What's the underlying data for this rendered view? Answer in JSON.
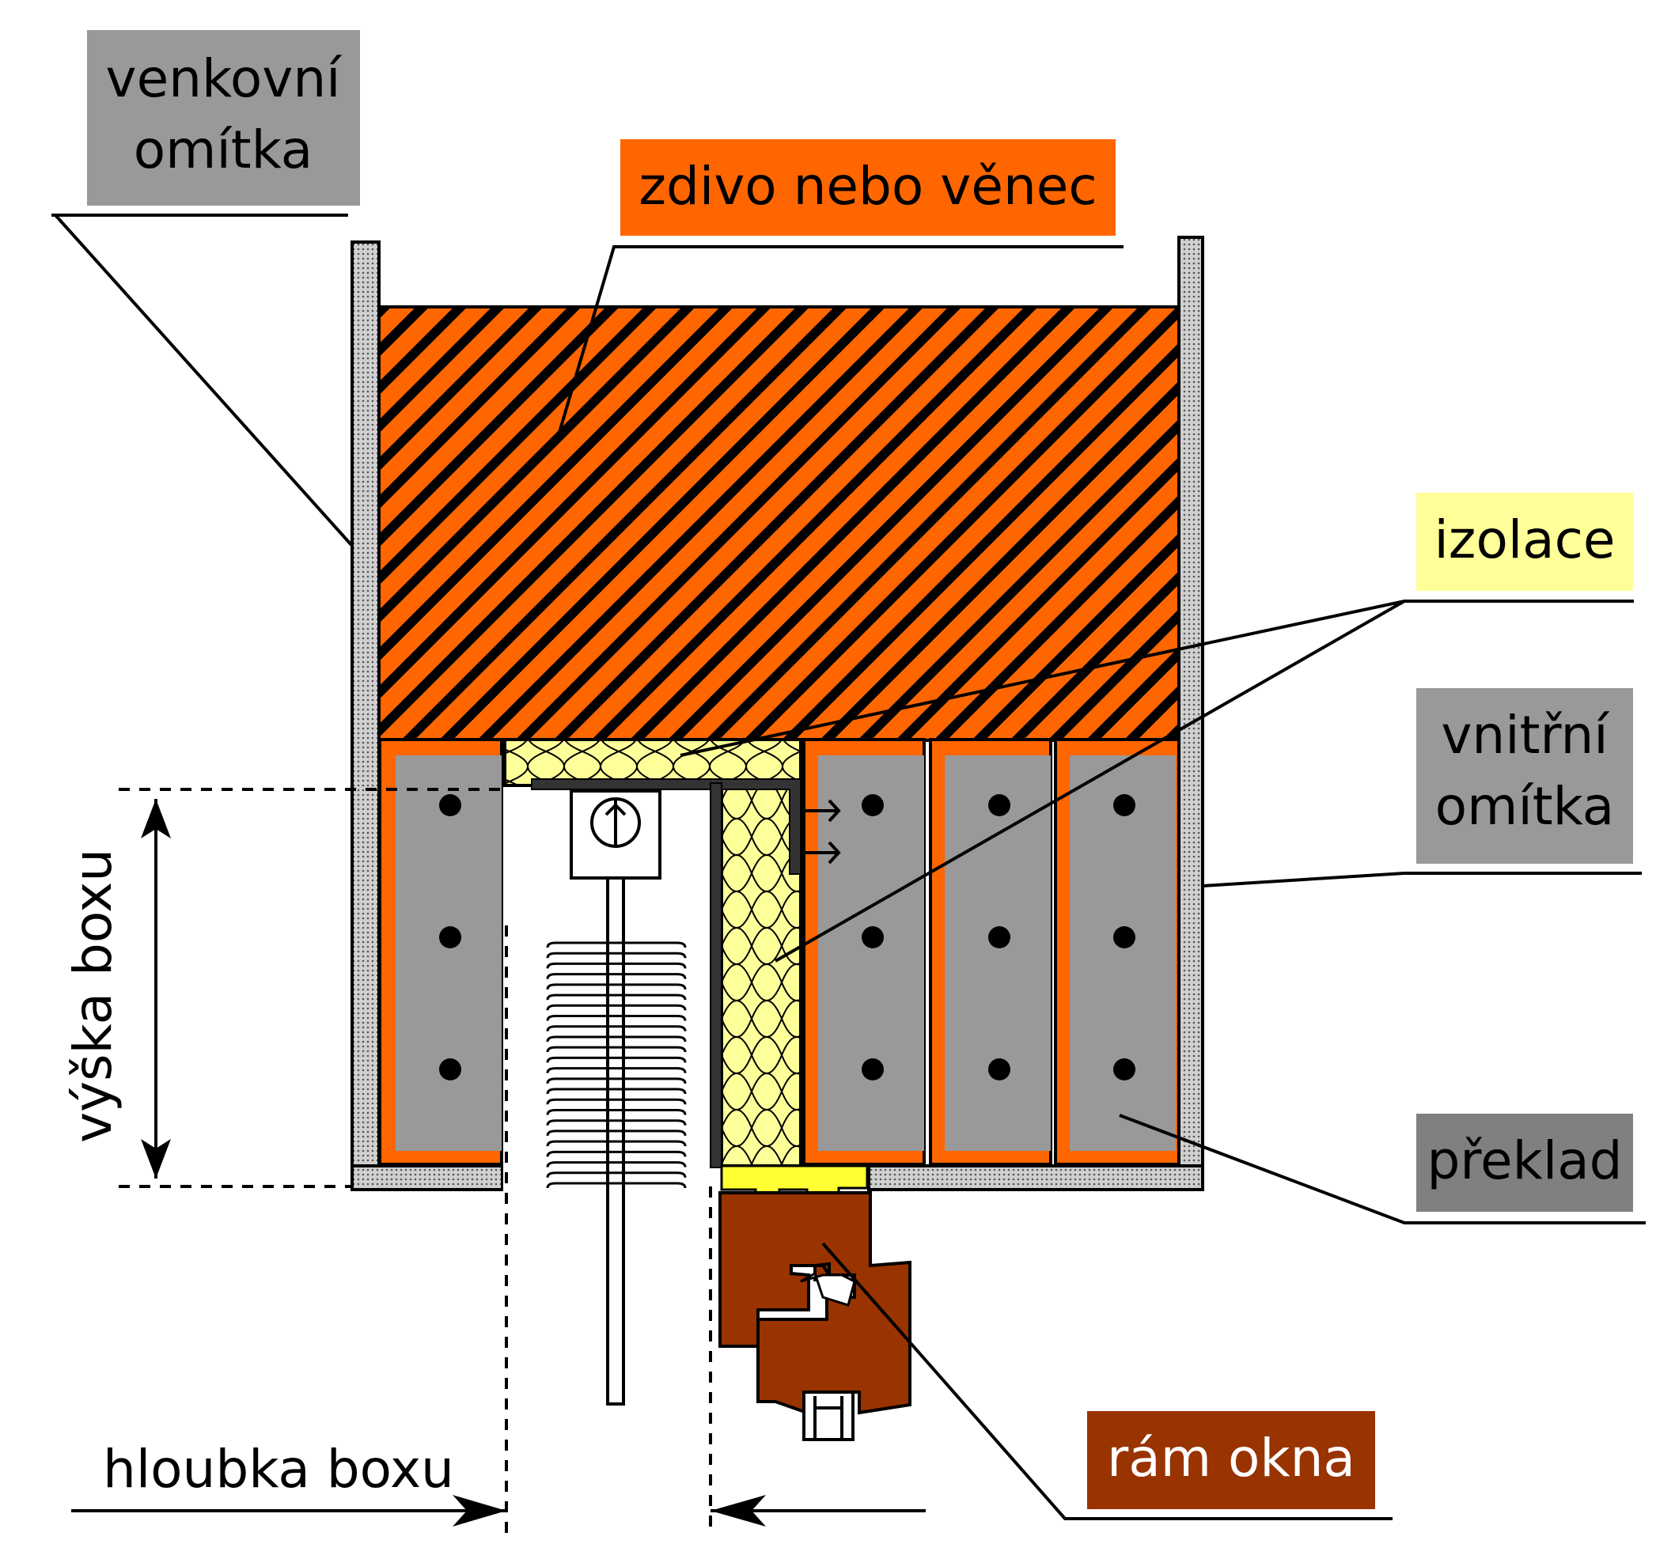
{
  "labels": {
    "exterior_plaster_l1": "venkovní",
    "exterior_plaster_l2": "omítka",
    "masonry": "zdivo nebo věnec",
    "insulation": "izolace",
    "interior_plaster_l1": "vnitřní",
    "interior_plaster_l2": "omítka",
    "lintel": "překlad",
    "window_frame": "rám okna",
    "box_height": "výška boxu",
    "box_depth": "hloubka boxu"
  },
  "colors": {
    "masonry": "#ff6600",
    "plaster_label_bg": "#999999",
    "lintel_label_bg": "#808080",
    "insulation": "#ffff99",
    "foam": "#ffff33",
    "window_frame": "#993300",
    "lintel_block": "#999999"
  }
}
